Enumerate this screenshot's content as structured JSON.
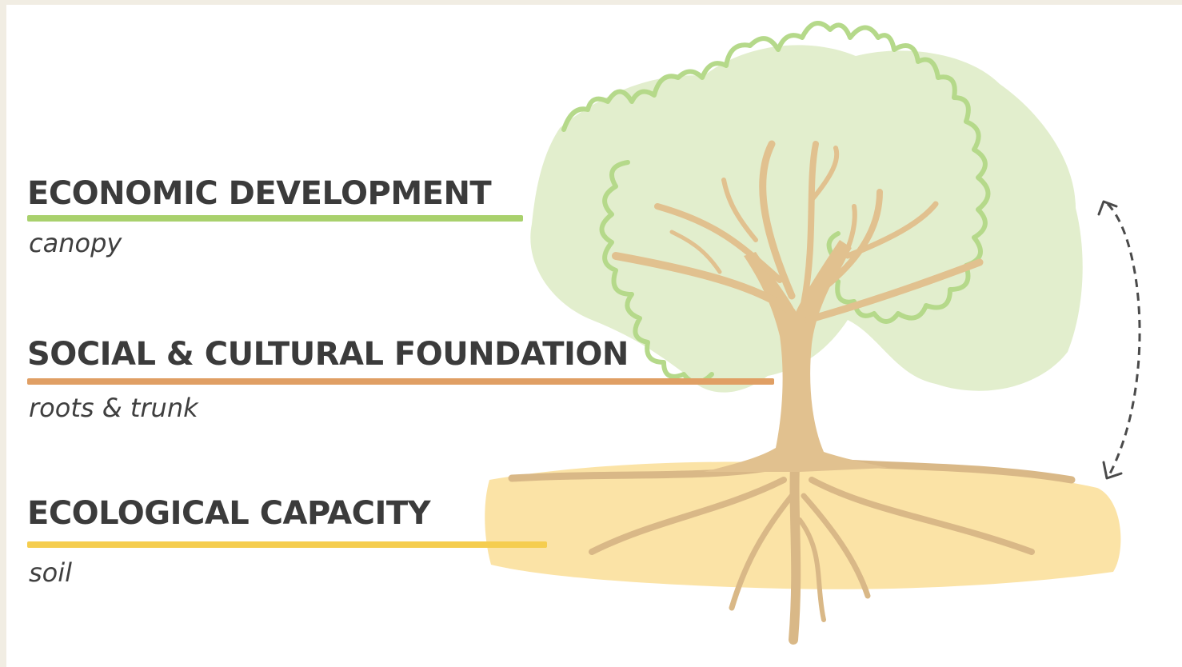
{
  "layers": [
    {
      "key": "economic",
      "title": "ECONOMIC DEVELOPMENT",
      "subtitle": "canopy",
      "color": "#a9d16d"
    },
    {
      "key": "social",
      "title": "SOCIAL & CULTURAL FOUNDATION",
      "subtitle": "roots & trunk",
      "color": "#e09f64"
    },
    {
      "key": "ecological",
      "title": "ECOLOGICAL CAPACITY",
      "subtitle": "soil",
      "color": "#f5cd4f"
    }
  ],
  "colors": {
    "canopy_fill": "#e2eecd",
    "canopy_outline": "#b5d98a",
    "trunk": "#e1c18f",
    "soil": "#fbe3a6",
    "arrow": "#4a4a4a"
  },
  "icons": [
    "tree-illustration",
    "cycle-arrow-icon"
  ]
}
